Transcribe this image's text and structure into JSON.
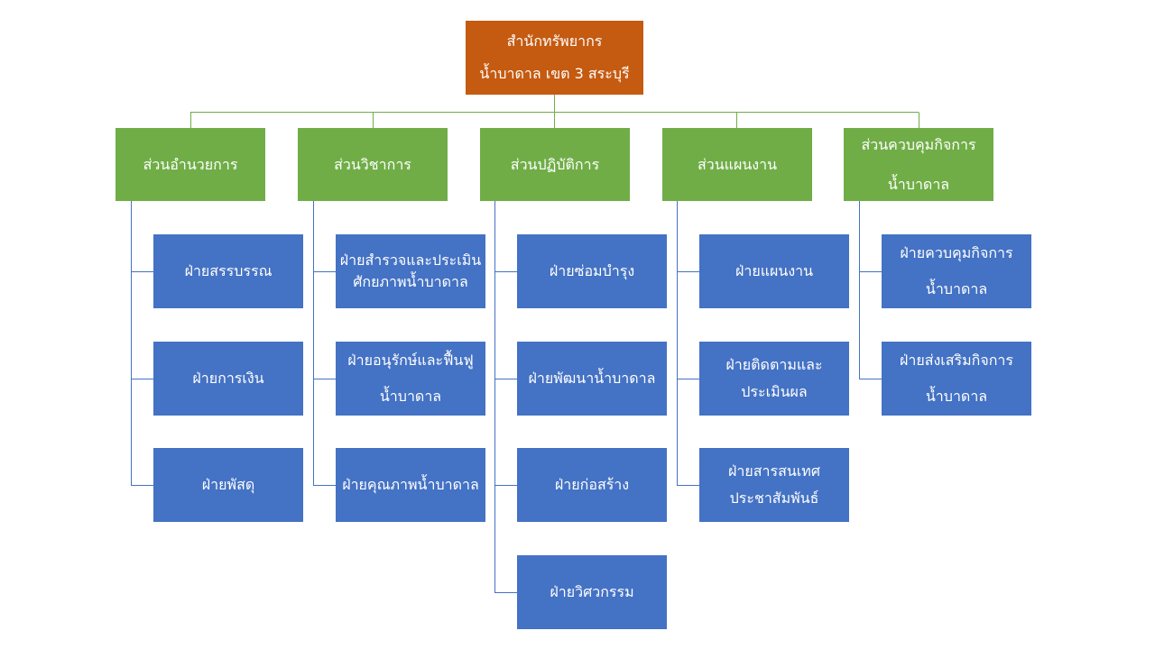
{
  "org_chart": {
    "root": "สำนักทรัพยากร\nน้ำบาดาล เขต 3 สระบุรี",
    "colors": {
      "root": "#c55a11",
      "department": "#70ad47",
      "unit": "#4472c4",
      "connector_top": "#70ad47",
      "connector_units": "#4472c4"
    },
    "departments": [
      {
        "name": "ส่วนอำนวยการ",
        "units": [
          "ฝ่ายสรรบรรณ",
          "ฝ่ายการเงิน",
          "ฝ่ายพัสดุ"
        ]
      },
      {
        "name": "ส่วนวิชาการ",
        "units": [
          "ฝ่ายสำรวจและประเมิน\nศักยภาพน้ำบาดาล",
          "ฝ่ายอนุรักษ์และฟื้นฟู\nน้ำบาดาล",
          "ฝ่ายคุณภาพน้ำบาดาล"
        ]
      },
      {
        "name": "ส่วนปฏิบัติการ",
        "units": [
          "ฝ่ายซ่อมบำรุง",
          "ฝ่ายพัฒนาน้ำบาดาล",
          "ฝ่ายก่อสร้าง",
          "ฝ่ายวิศวกรรม"
        ]
      },
      {
        "name": "ส่วนแผนงาน",
        "units": [
          "ฝ่ายแผนงาน",
          "ฝ่ายติดตามและ\nประเมินผล",
          "ฝ่ายสารสนเทศ\nประชาสัมพันธ์"
        ]
      },
      {
        "name": "ส่วนควบคุมกิจการ\nน้ำบาดาล",
        "units": [
          "ฝ่ายควบคุมกิจการ\nน้ำบาดาล",
          "ฝ่ายส่งเสริมกิจการ\nน้ำบาดาล"
        ]
      }
    ]
  }
}
